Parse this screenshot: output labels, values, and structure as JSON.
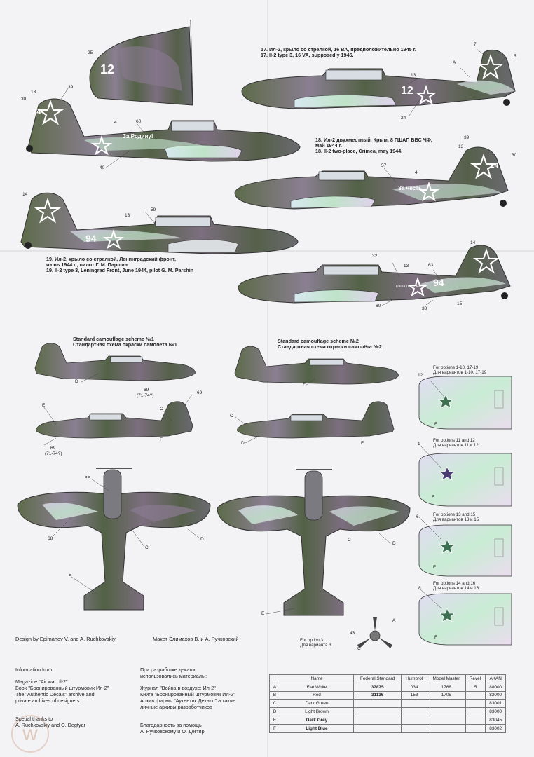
{
  "captions": {
    "cap17_ru": "17. Ил-2, крыло со стрелкой, 16 ВА, предположительно 1945 г.",
    "cap17_en": "17. Il-2 type 3, 16 VA, supposedly 1945.",
    "cap18_ru1": "18. Ил-2 двухместный, Крым, 8 ГШАП ВВС ЧФ,",
    "cap18_ru2": "май 1944 г.",
    "cap18_en": "18. Il-2 two-place, Crimea, may 1944.",
    "cap19_ru1": "19. Ил-2, крыло со стрелкой, Ленинградский фронт,",
    "cap19_ru2": "июнь 1944 г., пилот Г. М. Паршин",
    "cap19_en": "19. Il-2 type 3, Leningrad Front, June 1944, pilot G. M. Parshin",
    "scheme1_en": "Standard camouflage scheme №1",
    "scheme1_ru": "Стандартная схема окраски самолёта №1",
    "scheme2_en": "Standard camouflage scheme №2",
    "scheme2_ru": "Стандартная схема окраски самолёта №2"
  },
  "markings": {
    "a17_num": "12",
    "a18_slogan": "За Родину!",
    "a18_slogan2": "За честь",
    "a18_tail": "24",
    "a19_num": "94",
    "a19b_slogan": "Паша Пархоменко",
    "a19b_num": "94",
    "left_tail": "24"
  },
  "callouts": {
    "c25": "25",
    "c7": "7",
    "c5": "5",
    "cA": "A",
    "c13a": "13",
    "c24": "24",
    "c13b": "13",
    "c39a": "39",
    "c30a": "30",
    "c4a": "4",
    "c60a": "60",
    "c40": "40",
    "c39b": "39",
    "c13c": "13",
    "c30b": "30",
    "c57": "57",
    "c4b": "4",
    "c14a": "14",
    "c13d": "13",
    "c59": "59",
    "c14b": "14",
    "c32": "32",
    "c13e": "13",
    "c63": "63",
    "c60b": "60",
    "c38": "38",
    "c15": "15",
    "cD1": "D",
    "c69a": "69",
    "c71a": "(71-74?)",
    "cF1": "F",
    "cE1": "E",
    "cC1": "C",
    "c69b": "69",
    "c69c": "69",
    "c71b": "(71-74?)",
    "cF2": "F",
    "cC2": "C",
    "cD2": "D",
    "cF3": "F",
    "c55": "55",
    "c68": "68",
    "cC3": "C",
    "cD3": "D",
    "cE2": "E",
    "cC4": "C",
    "cD4": "D",
    "cE3": "E",
    "c43": "43",
    "cA2": "A",
    "cC5": "C",
    "c12": "12",
    "c1": "1",
    "c6": "6",
    "c8": "8",
    "cF4": "F",
    "cF5": "F",
    "cF6": "F",
    "cF7": "F"
  },
  "options": {
    "o1_en": "For options 1-10, 17-19",
    "o1_ru": "Для вариантов 1-10, 17-19",
    "o2_en": "For options 11 and 12",
    "o2_ru": "Для вариантов 11 и 12",
    "o3_en": "For options 13 and 15",
    "o3_ru": "Для вариантов 13 и 15",
    "o4_en": "For options 14 and 16",
    "o4_ru": "Для вариантов 14 и 16",
    "prop_en": "For option 3",
    "prop_ru": "Для варианта 3"
  },
  "credits": {
    "design_en": "Design by Epimahov V. and A. Ruchkovskiy",
    "design_ru": "Макет Элимахов В. и А. Ручковский"
  },
  "info_en": {
    "title": "Information from:",
    "l1": "Magazine \"Air war: Il-2\"",
    "l2": "Book \"Бронированный штурмовик Ил-2\"",
    "l3": "The \"Authentic Decals\" archive and",
    "l4": "private archives of designers",
    "l5": "Spetial thanks to",
    "l6": "A. Ruchkovskiy and O. Degtyar"
  },
  "info_ru": {
    "title1": "При разработке декали",
    "title2": "использовались материалы:",
    "l1": "Журнал \"Война в воздухе: Ил-2\"",
    "l2": "Книга \"Бронированный штурмовик Ил-2\"",
    "l3": "Архив фирмы \"Аутентик Декалс\" а также",
    "l4": "личные архивы разработчиков",
    "l5": "Благодарность за помощь",
    "l6": "А. Ручковскому и О. Дегтяр"
  },
  "table": {
    "headers": [
      "",
      "Name",
      "Federal Standard",
      "Humbrol",
      "Model Master",
      "Revell",
      "AKAN"
    ],
    "rows": [
      {
        "key": "A",
        "name": "Flat White",
        "fs": "37875",
        "hum": "034",
        "mm": "1768",
        "rev": "5",
        "akan": "88000"
      },
      {
        "key": "B",
        "name": "Red",
        "fs": "31136",
        "hum": "153",
        "mm": "1705",
        "rev": "",
        "akan": "82000"
      },
      {
        "key": "C",
        "name": "Dark Green",
        "fs": "",
        "hum": "",
        "mm": "",
        "rev": "",
        "akan": "83001"
      },
      {
        "key": "D",
        "name": "Light Brown",
        "fs": "",
        "hum": "",
        "mm": "",
        "rev": "",
        "akan": "83000"
      },
      {
        "key": "E",
        "name": "Dark Grey",
        "fs": "",
        "hum": "",
        "mm": "",
        "rev": "",
        "akan": "83045"
      },
      {
        "key": "F",
        "name": "Light Blue",
        "fs": "",
        "hum": "",
        "mm": "",
        "rev": "",
        "akan": "83002"
      }
    ]
  },
  "watermark": "w",
  "colors": {
    "dark_green": "#4d5a40",
    "brown": "#6b5a4a",
    "grey": "#6a6a70",
    "light_blue": "#c9d6e6",
    "iridescent": "#b8e0c8",
    "white": "#ffffff"
  }
}
